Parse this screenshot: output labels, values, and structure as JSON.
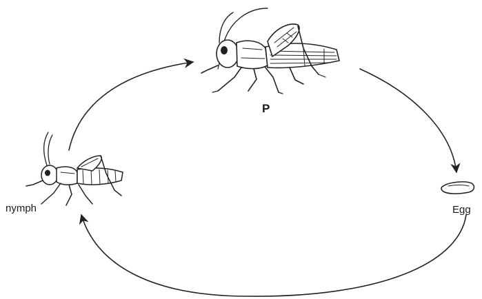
{
  "diagram": {
    "stages": [
      {
        "id": "adult",
        "label": "P"
      },
      {
        "id": "egg",
        "label": "Egg"
      },
      {
        "id": "nymph",
        "label": "nymph"
      }
    ],
    "cycle_order": [
      "adult",
      "egg",
      "nymph",
      "adult"
    ],
    "colors": {
      "ink": "#222222",
      "background": "#ffffff"
    }
  }
}
